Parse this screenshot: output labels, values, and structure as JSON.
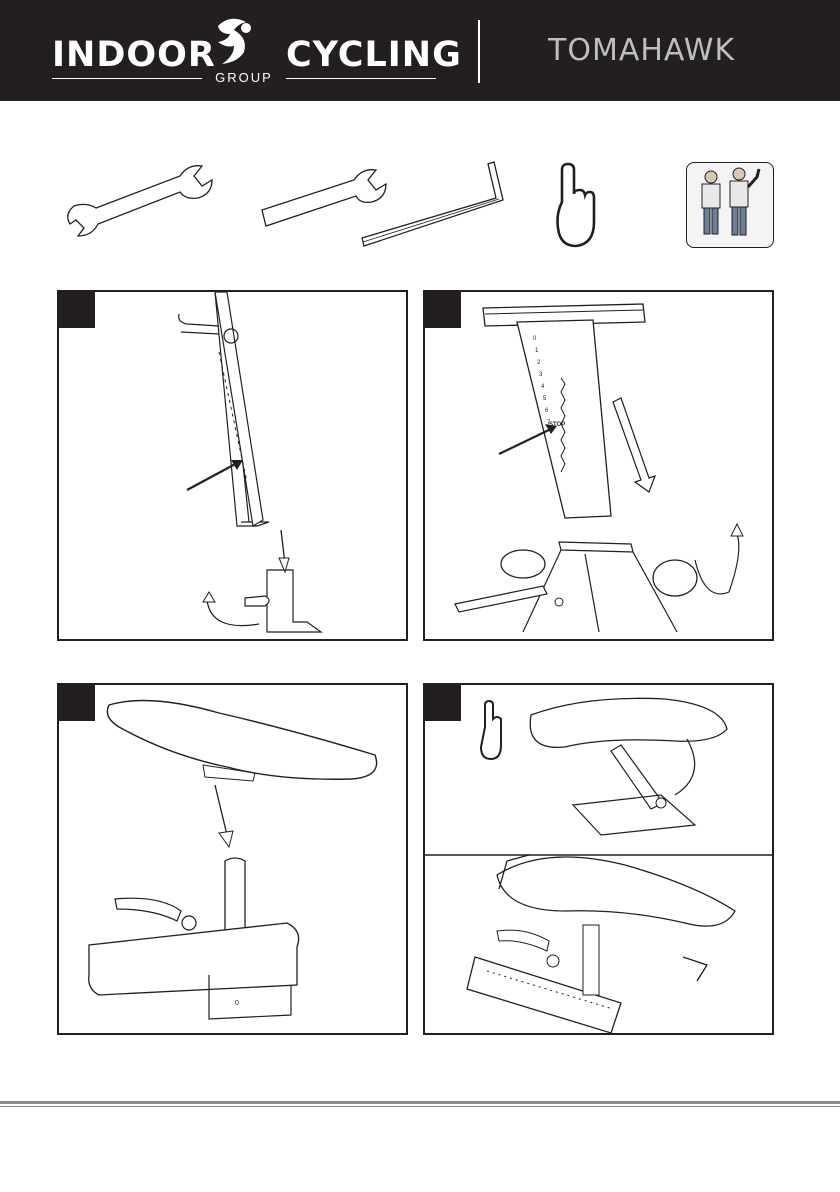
{
  "header": {
    "brand_word1": "INDOOR",
    "brand_word2": "CYCLING",
    "brand_sub": "GROUP",
    "product": "TOMAHAWK"
  },
  "tools": [
    {
      "icon": "open-end-wrench-icon"
    },
    {
      "icon": "open-end-wrench-icon"
    },
    {
      "icon": "hex-key-icon"
    },
    {
      "icon": "hand-tighten-icon"
    },
    {
      "icon": "two-person-icon"
    }
  ],
  "panels": [
    {
      "step": "",
      "labels": []
    },
    {
      "step": "",
      "labels": [
        "0",
        "1",
        "2",
        "3",
        "4",
        "5",
        "6",
        "7",
        "STOP"
      ]
    },
    {
      "step": "",
      "labels": [
        "0"
      ]
    },
    {
      "step": "",
      "labels": []
    }
  ],
  "colors": {
    "header_bg": "#231f20",
    "logo_grey": "#bcbec0",
    "line": "#231f20"
  }
}
